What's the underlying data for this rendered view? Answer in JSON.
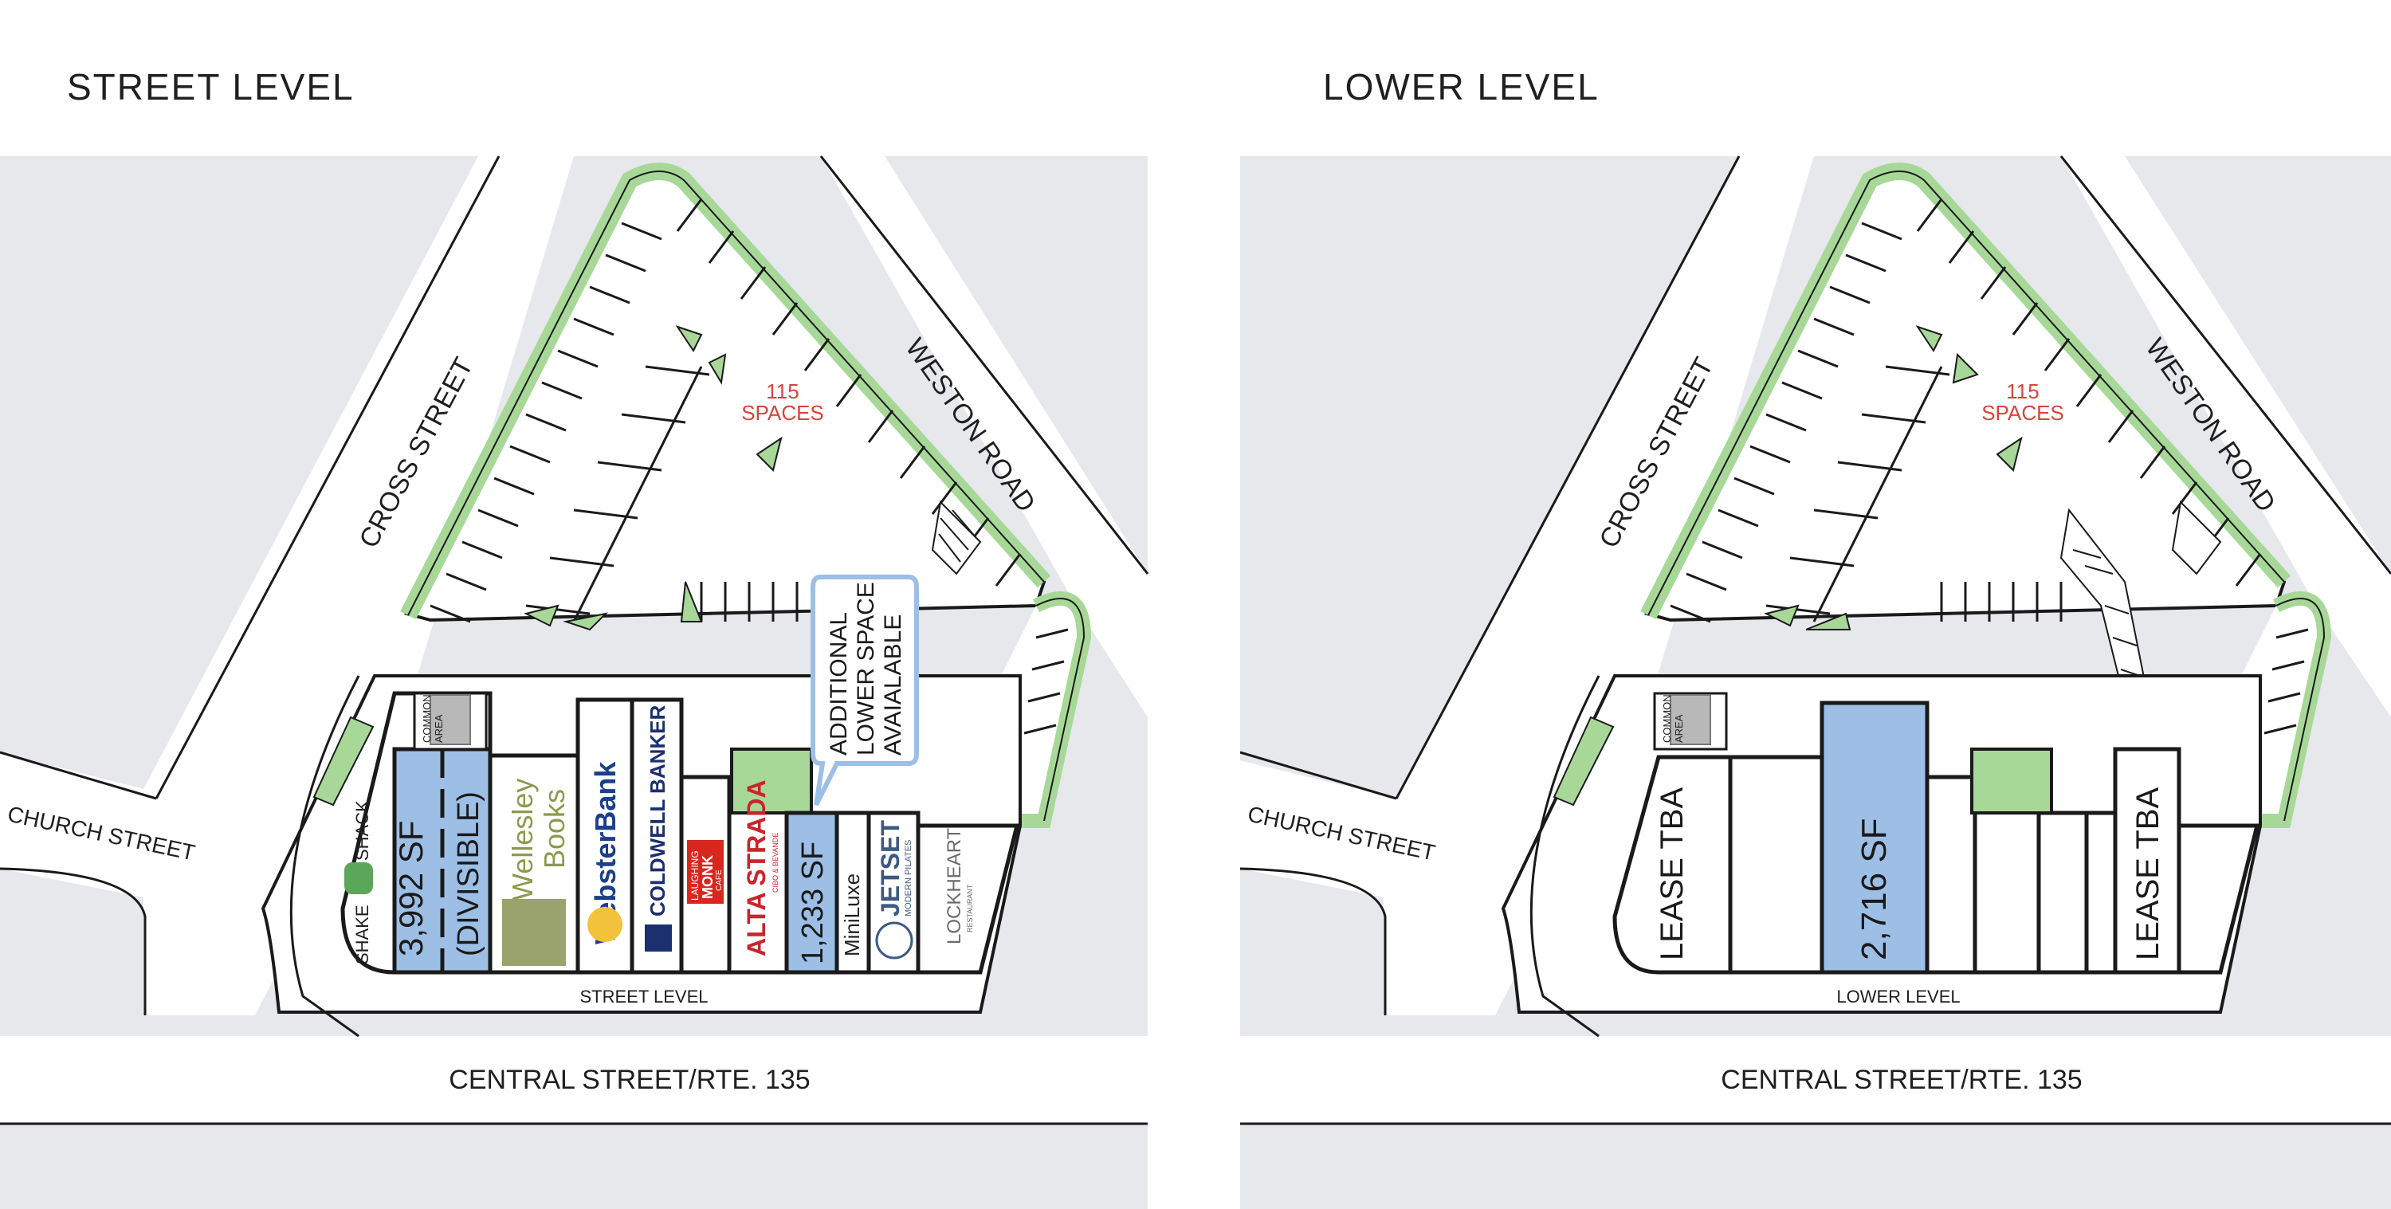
{
  "colors": {
    "map_bg": "#e6e8ec",
    "road": "#ffffff",
    "green": "#a8d898",
    "green_stroke": "#1a1a1a",
    "available_blue": "#9dbfe6",
    "parking_count_red": "#d9443a",
    "common_area_gray": "#b8b8b8"
  },
  "left": {
    "title": "STREET LEVEL",
    "streets": {
      "cross": "CROSS STREET",
      "weston": "WESTON ROAD",
      "church": "CHURCH STREET",
      "central": "CENTRAL STREET/RTE. 135"
    },
    "parking": {
      "count": "115",
      "label": "SPACES"
    },
    "level_label": "STREET LEVEL",
    "common_area": [
      "COMMON",
      "AREA"
    ],
    "callout": [
      "ADDITIONAL",
      "LOWER SPACE",
      "AVAIALABLE"
    ],
    "tenants": {
      "shake_shack": [
        "SHAKE",
        "SHACK"
      ],
      "space_a": "3,992 SF",
      "space_a_note": "(DIVISIBLE)",
      "wellesley_books": [
        "Wellesley",
        "Books"
      ],
      "webster_bank": "WebsterBank",
      "coldwell_banker": "COLDWELL BANKER",
      "laughing_monk": [
        "LAUGHING",
        "MONK",
        "CAFE"
      ],
      "alta_strada": "ALTA STRADA",
      "alta_strada_sub": "CIBO & BEVANDE",
      "space_b": "1,233 SF",
      "mini_luxe": "MiniLuxe",
      "jetset": "JETSET",
      "jetset_sub": "MODERN PILATES",
      "lockheart": "LOCKHEART",
      "lockheart_sub": "RESTAURANT"
    }
  },
  "right": {
    "title": "LOWER LEVEL",
    "streets": {
      "cross": "CROSS STREET",
      "weston": "WESTON ROAD",
      "church": "CHURCH STREET",
      "central": "CENTRAL STREET/RTE. 135"
    },
    "parking": {
      "count": "115",
      "label": "SPACES"
    },
    "level_label": "LOWER LEVEL",
    "common_area": [
      "COMMON",
      "AREA"
    ],
    "units": {
      "lease_1": "LEASE TBA",
      "available": "2,716 SF",
      "lease_2": "LEASE TBA"
    }
  }
}
